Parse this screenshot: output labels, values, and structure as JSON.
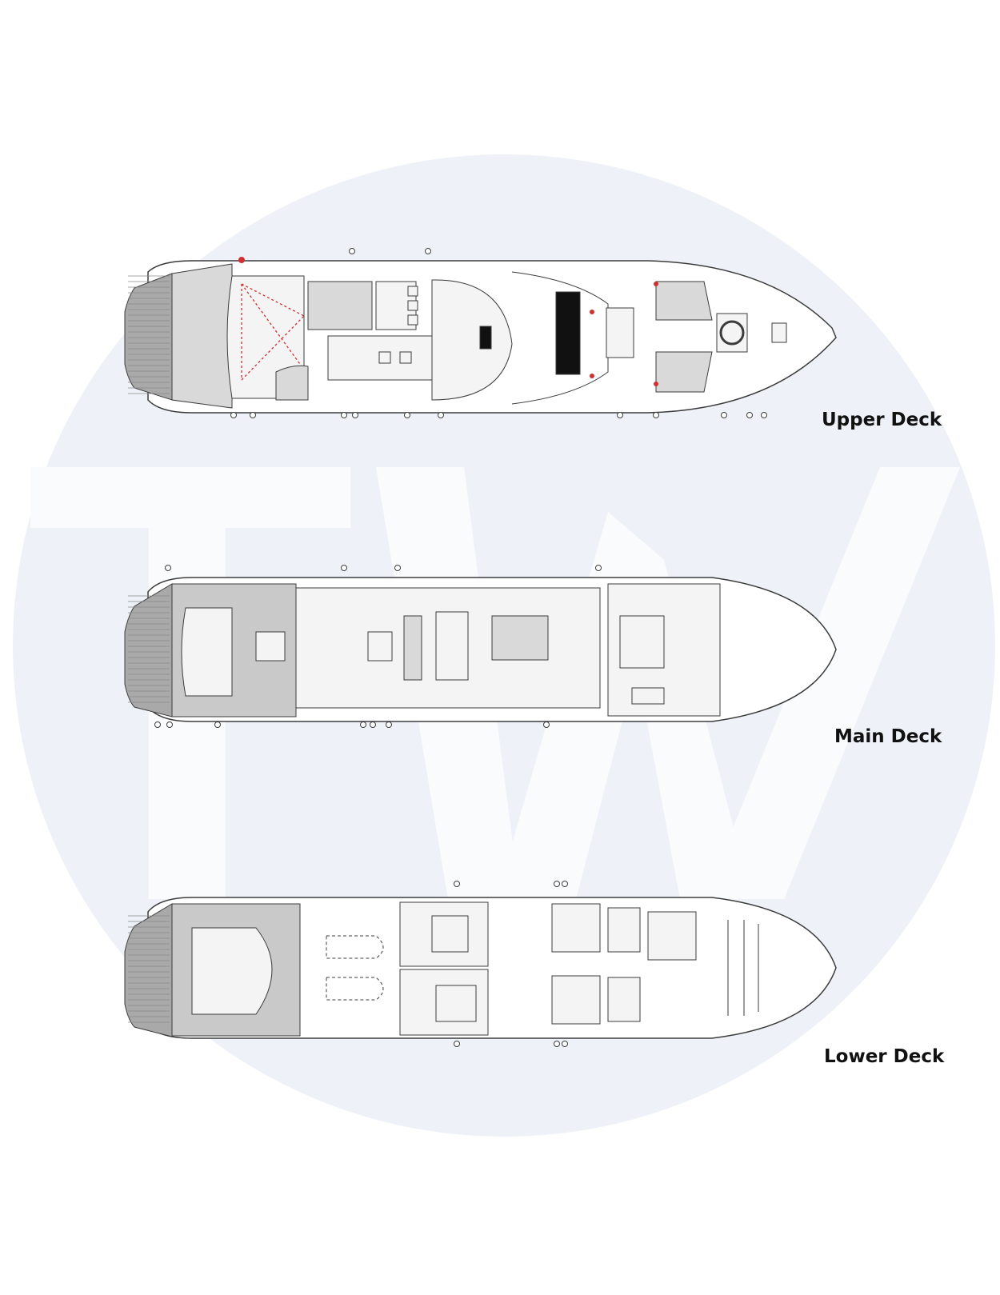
{
  "watermark": {
    "letters": "TW",
    "circle_color": "#eef2f8",
    "letter_color": "#fafbfd"
  },
  "colors": {
    "line": "#3c3c3c",
    "fill_light": "#f4f4f4",
    "fill_mid": "#d9d9d9",
    "fill_dark": "#a9a9a9",
    "accent_black": "#111111",
    "marker_red": "#d23030"
  },
  "decks": [
    {
      "id": "upper",
      "label": "Upper Deck"
    },
    {
      "id": "main",
      "label": "Main Deck"
    },
    {
      "id": "lower",
      "label": "Lower Deck"
    }
  ]
}
